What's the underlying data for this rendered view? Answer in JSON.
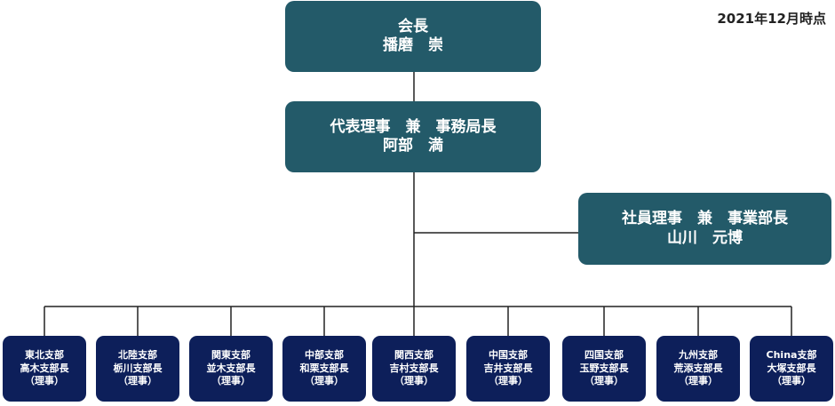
{
  "date_label": "2021年12月時点",
  "top": {
    "title": "会長",
    "name": "播磨　崇"
  },
  "second": {
    "title": "代表理事　兼　事務局長",
    "name": "阿部　満"
  },
  "side": {
    "title": "社員理事　兼　事業部長",
    "name": "山川　元博"
  },
  "branches": [
    {
      "title": "東北支部",
      "role": "高木支部長",
      "note": "（理事）"
    },
    {
      "title": "北陸支部",
      "role": "栃川支部長",
      "note": "（理事）"
    },
    {
      "title": "関東支部",
      "role": "並木支部長",
      "note": "（理事）"
    },
    {
      "title": "中部支部",
      "role": "和栗支部長",
      "note": "（理事）"
    },
    {
      "title": "関西支部",
      "role": "吉村支部長",
      "note": "（理事）"
    },
    {
      "title": "中国支部",
      "role": "吉井支部長",
      "note": "（理事）"
    },
    {
      "title": "四国支部",
      "role": "玉野支部長",
      "note": "（理事）"
    },
    {
      "title": "九州支部",
      "role": "荒添支部長",
      "note": "（理事）"
    },
    {
      "title": "China支部",
      "role": "大塚支部長",
      "note": "（理事）"
    }
  ],
  "colors": {
    "executive": "#235a69",
    "branch": "#0d1f5a",
    "line": "#222222"
  }
}
